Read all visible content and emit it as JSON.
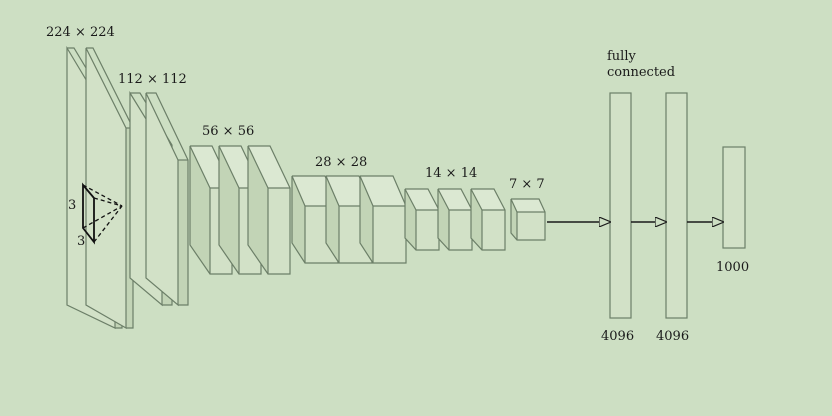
{
  "labels": {
    "input_size": "224 × 224",
    "block1_size": "112 × 112",
    "block2_size": "56 × 56",
    "block3_size": "28 × 28",
    "block4_size": "14 × 14",
    "block5_size": "7 × 7",
    "fc_title_line1": "fully",
    "fc_title_line2": "connected",
    "fc1_units": "4096",
    "fc2_units": "4096",
    "output_units": "1000",
    "kernel_height": "3",
    "kernel_width": "3"
  },
  "colors": {
    "background": "#cddfc3",
    "edge": "#6c7f68",
    "arrow": "#1a1a1a"
  }
}
